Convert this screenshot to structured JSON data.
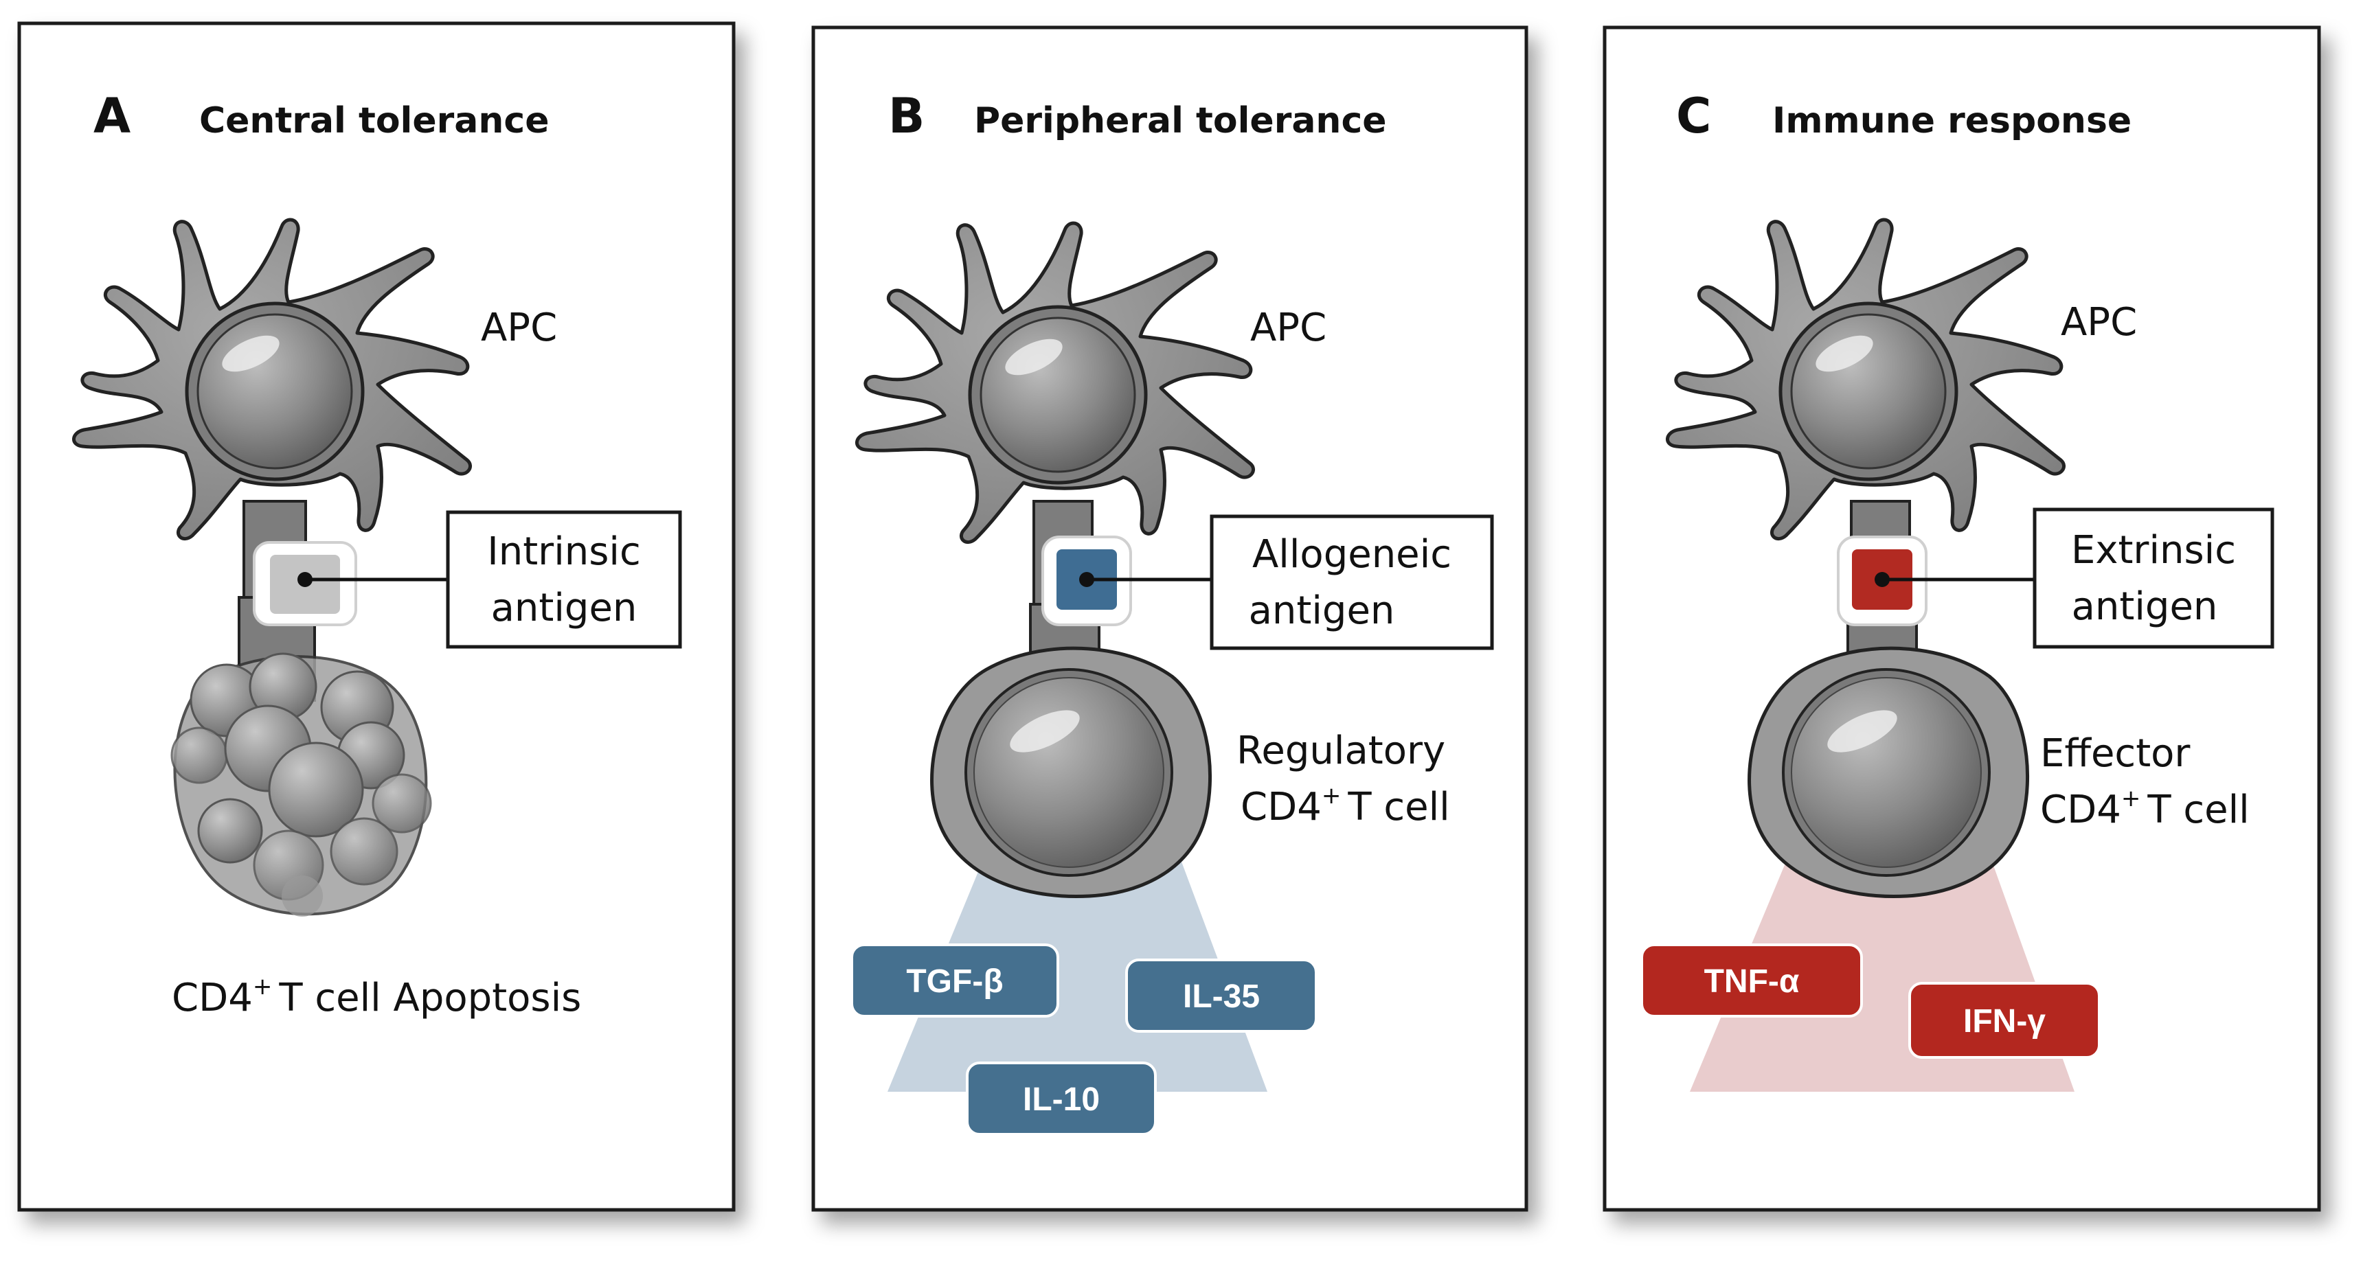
{
  "colors": {
    "panel_border": "#1a1a1a",
    "cell_fill": "#8f8f8f",
    "cell_dark": "#5c5c5c",
    "intrinsic_antigen": "#c4c4c4",
    "allogeneic_antigen": "#3f6d93",
    "extrinsic_antigen": "#b22a22",
    "regulatory_cytokine": "#45708f",
    "regulatory_cone": "#c6d3df",
    "effector_cytokine": "#b3271f",
    "effector_cone": "#e9cccd"
  },
  "panels": [
    {
      "letter": "A",
      "title": "Central tolerance",
      "apc_label": "APC",
      "antigen_label_line1": "Intrinsic",
      "antigen_label_line2": "antigen",
      "outcome_prefix": "CD4",
      "outcome_sup": "+",
      "outcome_suffix": "T cell Apoptosis"
    },
    {
      "letter": "B",
      "title": "Peripheral tolerance",
      "apc_label": "APC",
      "antigen_label_line1": "Allogeneic",
      "antigen_label_line2": "antigen",
      "tcell_line1": "Regulatory",
      "tcell_line2_prefix": "CD4",
      "tcell_line2_sup": "+",
      "tcell_line2_suffix": "T cell",
      "cytokines": [
        "TGF-β",
        "IL-35",
        "IL-10"
      ]
    },
    {
      "letter": "C",
      "title": "Immune response",
      "apc_label": "APC",
      "antigen_label_line1": "Extrinsic",
      "antigen_label_line2": "antigen",
      "tcell_line1": "Effector",
      "tcell_line2_prefix": "CD4",
      "tcell_line2_sup": "+",
      "tcell_line2_suffix": "T cell",
      "cytokines": [
        "TNF-α",
        "IFN-γ"
      ]
    }
  ]
}
